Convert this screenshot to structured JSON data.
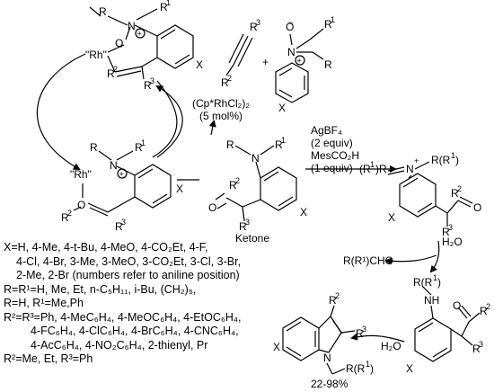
{
  "catalyst": {
    "line1": "(Cp*RhCl₂)₂",
    "line2": "(5 mol%)"
  },
  "reagents": {
    "line1": "AgBF₄",
    "line2": "(2 equiv)",
    "line3": "MesCO₂H",
    "line4": "(1 equiv)"
  },
  "labels": {
    "ketone": "Ketone",
    "byproduct_aldehyde": "R(R¹)CHO",
    "water_1": "H₂O",
    "water_2": "H₂O",
    "yield": "22-98%"
  },
  "scope": [
    "X=H, 4-Me, 4-t-Bu, 4-MeO, 4-CO₂Et, 4-F,",
    "4-Cl, 4-Br, 3-Me, 3-MeO, 3-CO₂Et, 3-Cl, 3-Br,",
    "2-Me, 2-Br (numbers refer to aniline position)",
    "R=R¹=H, Me, Et, n-C₅H₁₁, i-Bu, (CH₂)₅,",
    "R=H, R¹=Me,Ph",
    "R²=R³=Ph, 4-MeC₆H₄, 4-MeOC₆H₄, 4-EtOC₆H₄,",
    "4-FC₆H₄, 4-ClC₆H₄, 4-BrC₆H₄, 4-CNC₆H₄,",
    "4-AcC₆H₄, 4-NO₂C₆H₄, 2-thienyl, Pr",
    "R²=Me, Et, R³=Ph"
  ]
}
